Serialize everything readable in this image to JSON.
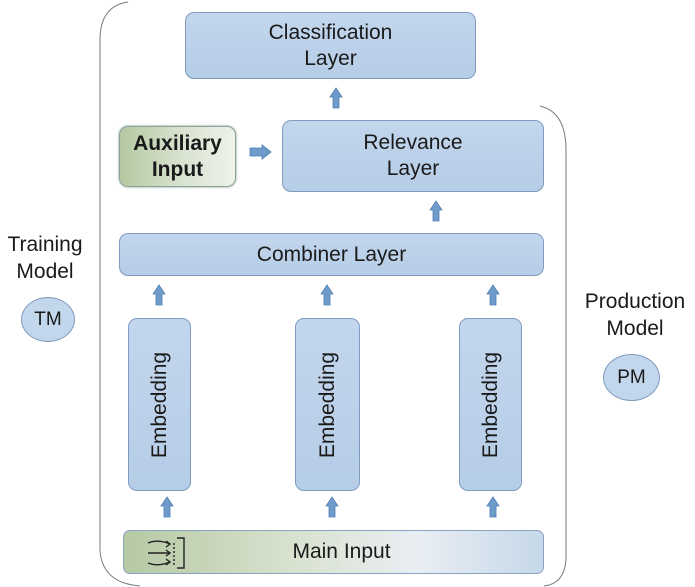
{
  "training_model": {
    "line1": "Training",
    "line2": "Model",
    "abbr": "TM"
  },
  "production_model": {
    "line1": "Production",
    "line2": "Model",
    "abbr": "PM"
  },
  "classification_layer": {
    "line1": "Classification",
    "line2": "Layer"
  },
  "relevance_layer": {
    "line1": "Relevance",
    "line2": "Layer"
  },
  "auxiliary_input": {
    "line1": "Auxiliary",
    "line2": "Input"
  },
  "combiner_layer": {
    "label": "Combiner Layer"
  },
  "embeddings": [
    {
      "label": "Embedding"
    },
    {
      "label": "Embedding"
    },
    {
      "label": "Embedding"
    }
  ],
  "main_input": {
    "label": "Main Input",
    "icon": "input-arrows-icon"
  },
  "colors": {
    "layer_fill": "#c2d6ec",
    "layer_border": "#7f9cc0",
    "arrow": "#6f9bcb",
    "aux_fill": "#b5c9a3"
  }
}
